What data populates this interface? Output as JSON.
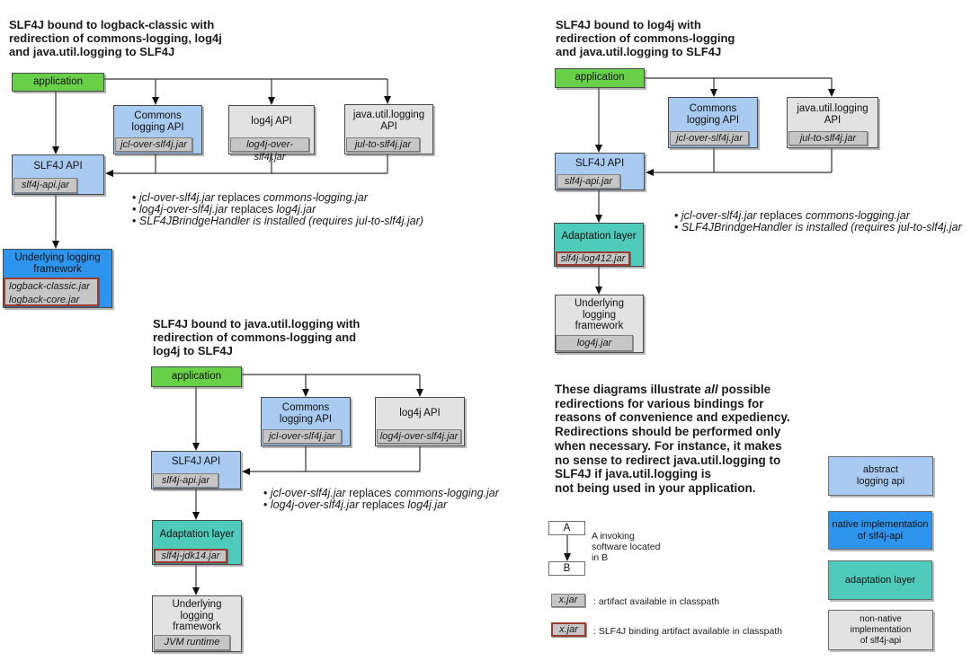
{
  "d1": {
    "title": "SLF4J bound to logback-classic with\nredirection of commons-logging, log4j\nand java.util.logging to SLF4J",
    "application": "application",
    "commons": {
      "label": "Commons\nlogging API",
      "jar": "jcl-over-slf4j.jar"
    },
    "log4j_api": {
      "label": "log4j API",
      "jar": "log4j-over-slf4j.jar"
    },
    "jul_api": {
      "label": "java.util.logging\nAPI",
      "jar": "jul-to-slf4j.jar"
    },
    "slf4j": {
      "label": "SLF4J API",
      "jar": "slf4j-api.jar"
    },
    "underlying": {
      "label": "Underlying logging\nframework",
      "jar": "logback-classic.jar\nlogback-core.jar"
    },
    "bullets": [
      {
        "i1": "jcl-over-slf4j.jar",
        "r": " replaces ",
        "i2": "commons-logging.jar"
      },
      {
        "i1": "log4j-over-slf4j.jar",
        "r": " replaces ",
        "i2": "log4j.jar"
      },
      {
        "i1": "SLF4JBrindgeHandler is installed (requires jul-to-slf4j.jar)"
      }
    ]
  },
  "d2": {
    "title": "SLF4J bound to log4j with\nredirection of commons-logging\nand java.util.logging to SLF4J",
    "application": "application",
    "commons": {
      "label": "Commons\nlogging API",
      "jar": "jcl-over-slf4j.jar"
    },
    "jul_api": {
      "label": "java.util.logging\nAPI",
      "jar": "jul-to-slf4j.jar"
    },
    "slf4j": {
      "label": "SLF4J API",
      "jar": "slf4j-api.jar"
    },
    "adaptation": {
      "label": "Adaptation layer",
      "jar": "slf4j-log412.jar"
    },
    "underlying": {
      "label": "Underlying\nlogging\nframework",
      "jar": "log4j.jar"
    },
    "bullets": [
      {
        "i1": "jcl-over-slf4j.jar",
        "r": " replaces ",
        "i2": "commons-logging.jar"
      },
      {
        "i1": "SLF4JBrindgeHandler is installed (requires jul-to-slf4j.jar"
      }
    ]
  },
  "d3": {
    "title": "SLF4J bound to java.util.logging with\nredirection of commons-logging and\nlog4j to SLF4J",
    "application": "application",
    "commons": {
      "label": "Commons\nlogging API",
      "jar": "jcl-over-slf4j.jar"
    },
    "log4j_api": {
      "label": "log4j API",
      "jar": "log4j-over-slf4j.jar"
    },
    "slf4j": {
      "label": "SLF4J API",
      "jar": "slf4j-api.jar"
    },
    "adaptation": {
      "label": "Adaptation layer",
      "jar": "slf4j-jdk14.jar"
    },
    "underlying": {
      "label": "Underlying\nlogging\nframework",
      "jar": "JVM runtime"
    },
    "bullets": [
      {
        "i1": "jcl-over-slf4j.jar",
        "r": " replaces ",
        "i2": "commons-logging.jar"
      },
      {
        "i1": "log4j-over-slf4j.jar",
        "r": " replaces ",
        "i2": "log4j.jar"
      }
    ]
  },
  "note": {
    "lead": "These diagrams illustrate ",
    "emph": "all",
    "rest": " possible\nredirections for various bindings for\nreasons of convenience and expediency.\nRedirections should be performed only\nwhen necessary. For instance, it makes\nno sense to redirect java.util.logging to\nSLF4J if java.util.logging is\nnot being used in your application."
  },
  "legend": {
    "a": "A",
    "b": "B",
    "ab_caption": "A invoking\nsoftware located\nin B",
    "xjar": "x.jar",
    "artifact_caption": ": artifact available in classpath",
    "binding_caption": ": SLF4J binding artifact available in classpath",
    "types": [
      {
        "label": "abstract\nlogging api"
      },
      {
        "label": "native implementation\nof slf4j-api"
      },
      {
        "label": "adaptation layer"
      },
      {
        "label": "non-native implementation\nof slf4j-api"
      }
    ]
  },
  "colors": {
    "abstract_logging_api": "#a9cbf1",
    "native_impl": "#2d95ed",
    "adaptation_layer": "#4fcbbb",
    "non_native_impl": "#e2e2e2",
    "application": "#69d148",
    "jar_fill": "#c6c6c6",
    "binding_border": "#9e3b31"
  }
}
